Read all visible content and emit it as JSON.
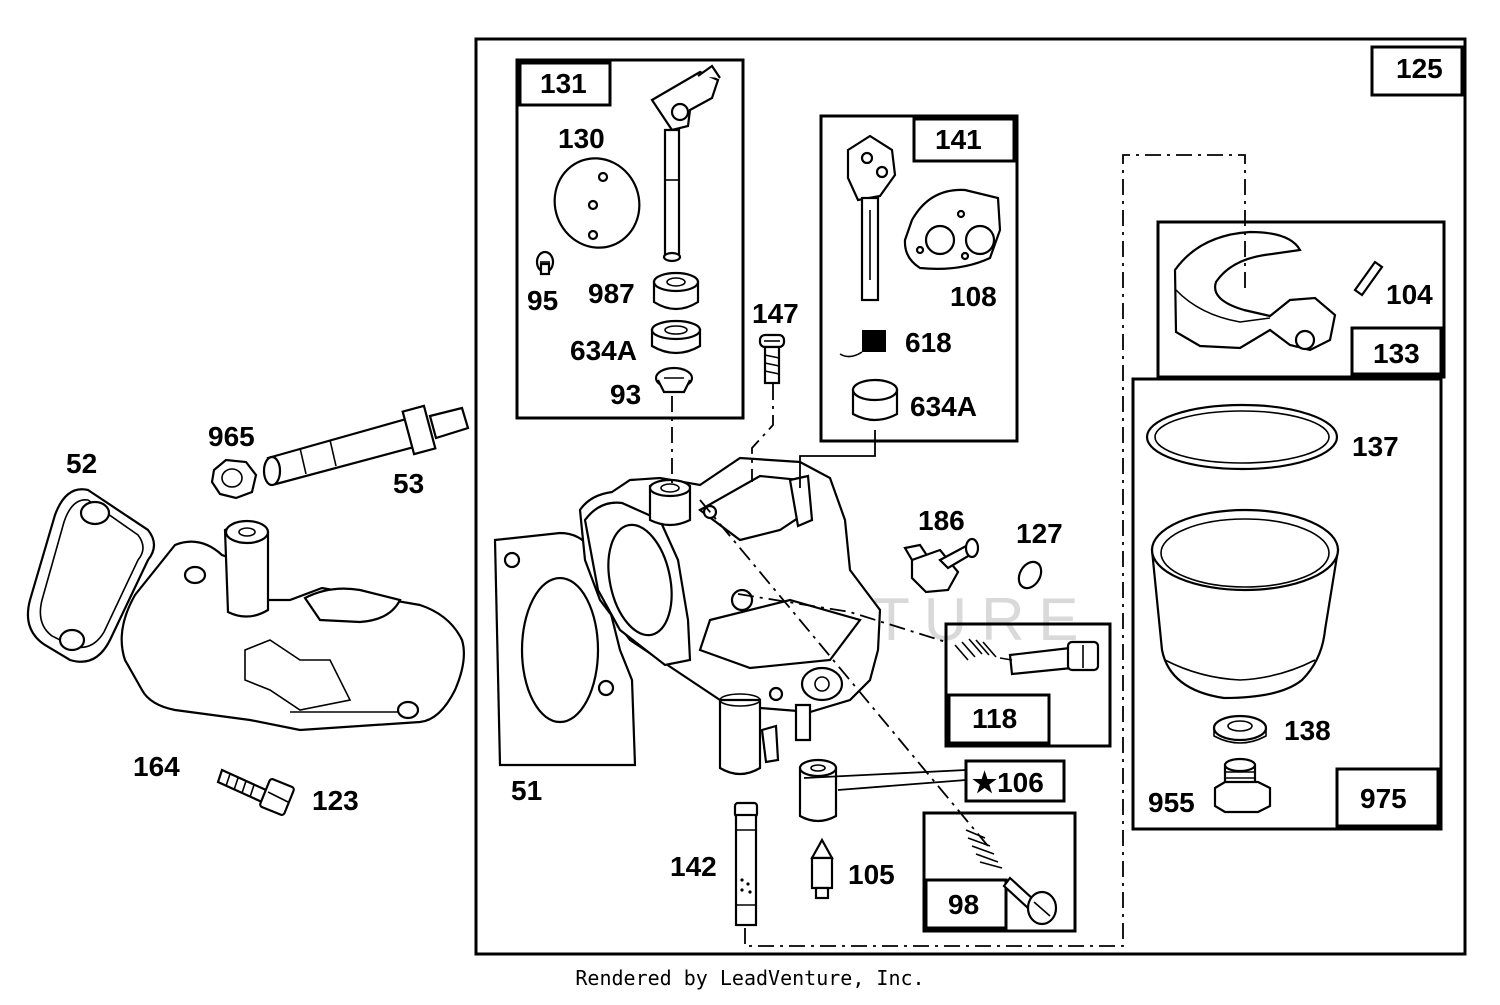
{
  "diagram": {
    "watermark": "LEADVENTURE",
    "footer": "Rendered by LeadVenture, Inc.",
    "parts": {
      "p52": "52",
      "p965": "965",
      "p53": "53",
      "p164": "164",
      "p123": "123",
      "p51": "51",
      "p131": "131",
      "p130": "130",
      "p95": "95",
      "p987": "987",
      "p634a_1": "634A",
      "p93": "93",
      "p147": "147",
      "p141": "141",
      "p108": "108",
      "p618": "618",
      "p634a_2": "634A",
      "p125": "125",
      "p104": "104",
      "p133": "133",
      "p137": "137",
      "p138": "138",
      "p955": "955",
      "p975": "975",
      "p186": "186",
      "p127": "127",
      "p118": "118",
      "p106": "★106",
      "p142": "142",
      "p105": "105",
      "p98": "98"
    }
  }
}
